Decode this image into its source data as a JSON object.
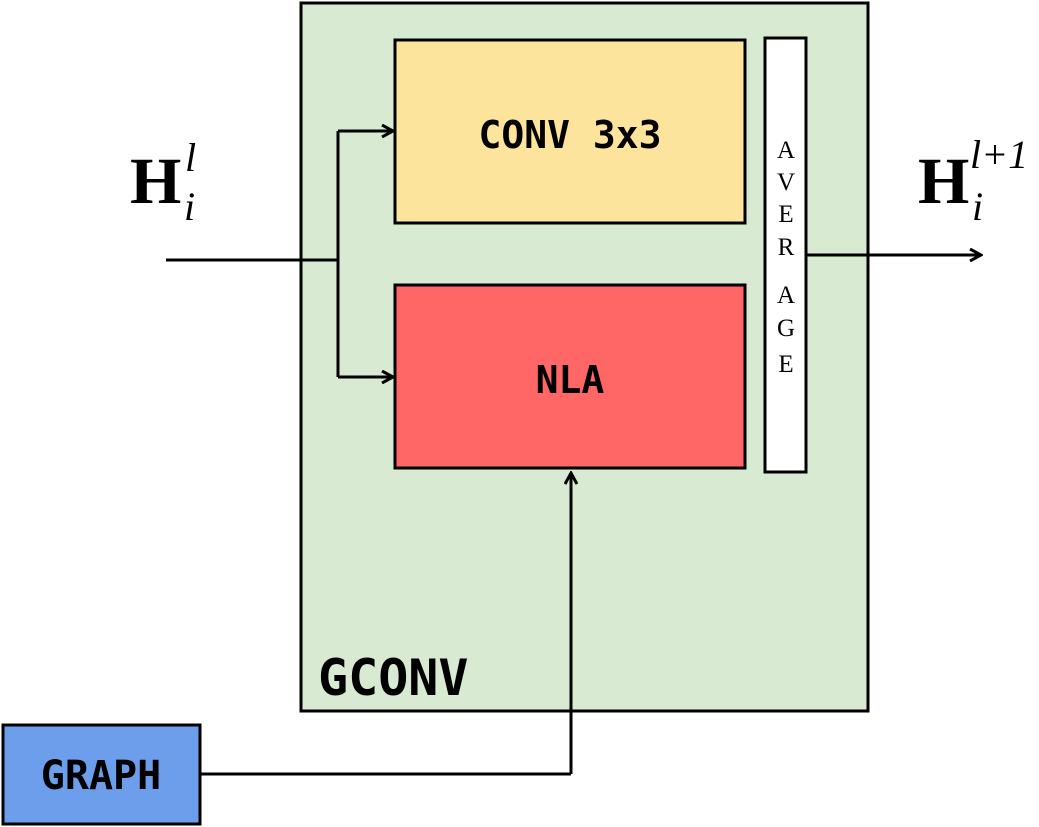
{
  "container": {
    "label": "GCONV",
    "fill": "#d9ead3"
  },
  "blocks": {
    "conv": {
      "label": "CONV 3x3",
      "fill": "#fde49c"
    },
    "nla": {
      "label": "NLA",
      "fill": "#ff6666"
    },
    "average": {
      "letters": [
        "A",
        "V",
        "E",
        "R",
        "A",
        "G",
        "E"
      ],
      "fill": "#ffffff"
    },
    "graph": {
      "label": "GRAPH",
      "fill": "#6d9eeb"
    }
  },
  "input": {
    "base": "H",
    "sub": "i",
    "sup": "l"
  },
  "output": {
    "base": "H",
    "sub": "i",
    "sup": "l+1"
  }
}
